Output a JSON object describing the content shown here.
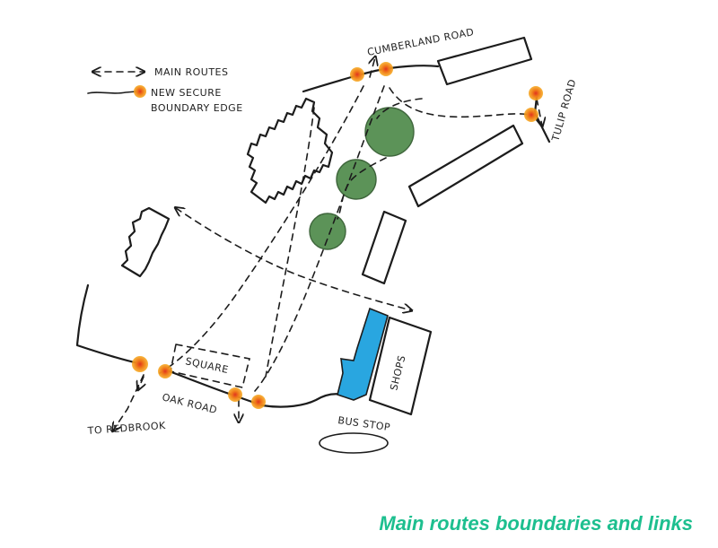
{
  "legend": {
    "routes_label": "MAIN ROUTES",
    "boundary_label_line1": "NEW SECURE",
    "boundary_label_line2": "BOUNDARY EDGE"
  },
  "labels": {
    "cumberland_road": "CUMBERLAND ROAD",
    "tulip_road": "TULIP ROAD",
    "square": "SQUARE",
    "oak_road": "OAK ROAD",
    "to_redbrook": "TO REDBROOK",
    "shops": "SHOPS",
    "bus_stop": "BUS STOP"
  },
  "caption": "Main routes boundaries and links",
  "colors": {
    "ink": "#1c1c1c",
    "caption": "#1dbf8f",
    "trees": "#4f8a4a",
    "shops_block": "#29a6e0",
    "gate_outer": "#f6a81c",
    "gate_inner": "#e0341f"
  }
}
